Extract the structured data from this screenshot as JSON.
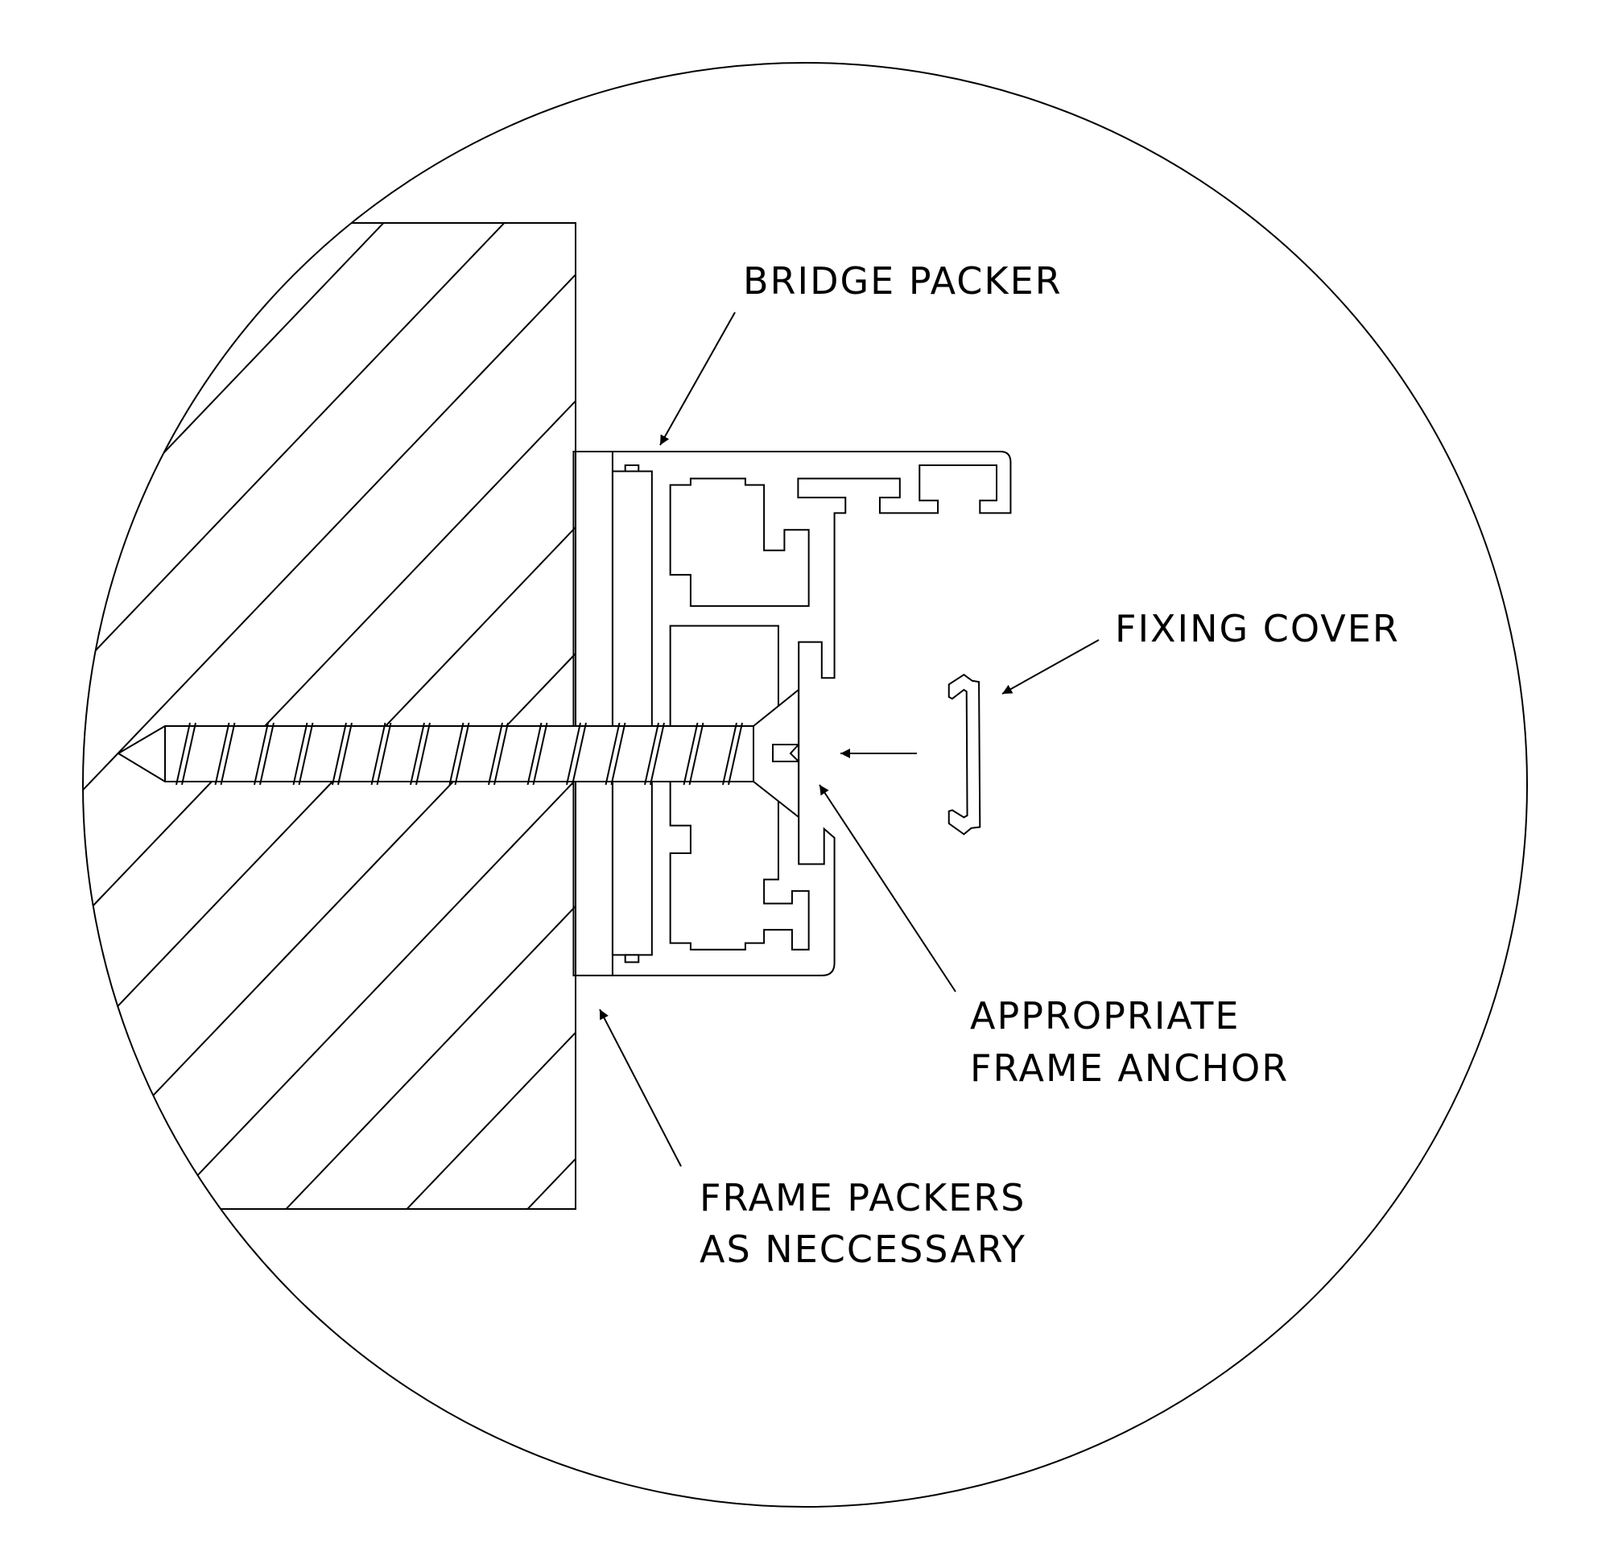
{
  "labels": {
    "bridge_packer": "BRIDGE PACKER",
    "fixing_cover": "FIXING COVER",
    "frame_anchor_line1": "APPROPRIATE",
    "frame_anchor_line2": "FRAME ANCHOR",
    "frame_packers_line1": "FRAME PACKERS",
    "frame_packers_line2": "AS NECCESSARY"
  }
}
